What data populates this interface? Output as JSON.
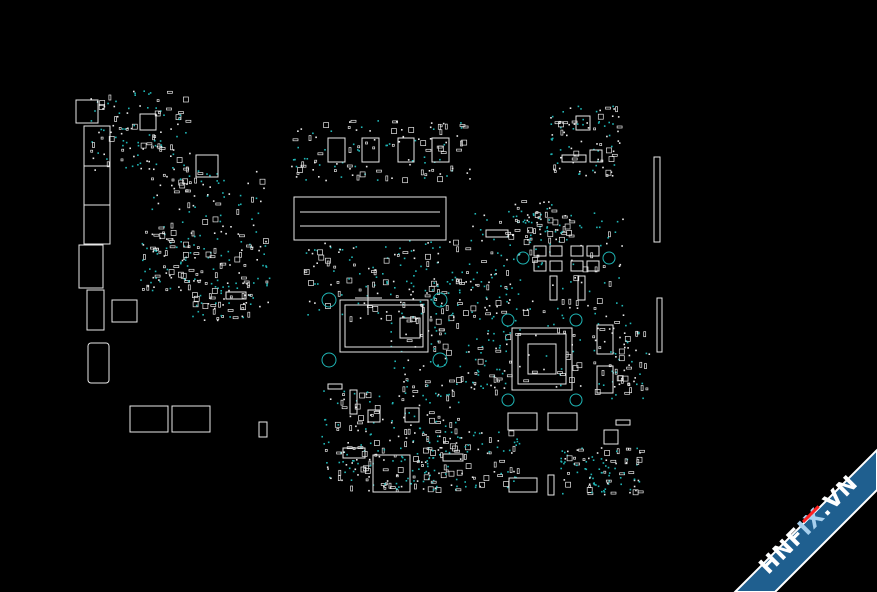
{
  "view": {
    "background": "#000000",
    "outline_color": "#e8e8e8",
    "pad_color": "#1fb5b5"
  },
  "watermark": {
    "text_part1": "HNF",
    "text_part2": "IX",
    "text_part3": ".VN",
    "ribbon_color": "#1f5f8f",
    "text_color": "#ffffff",
    "accent_color": "#ff2020"
  }
}
